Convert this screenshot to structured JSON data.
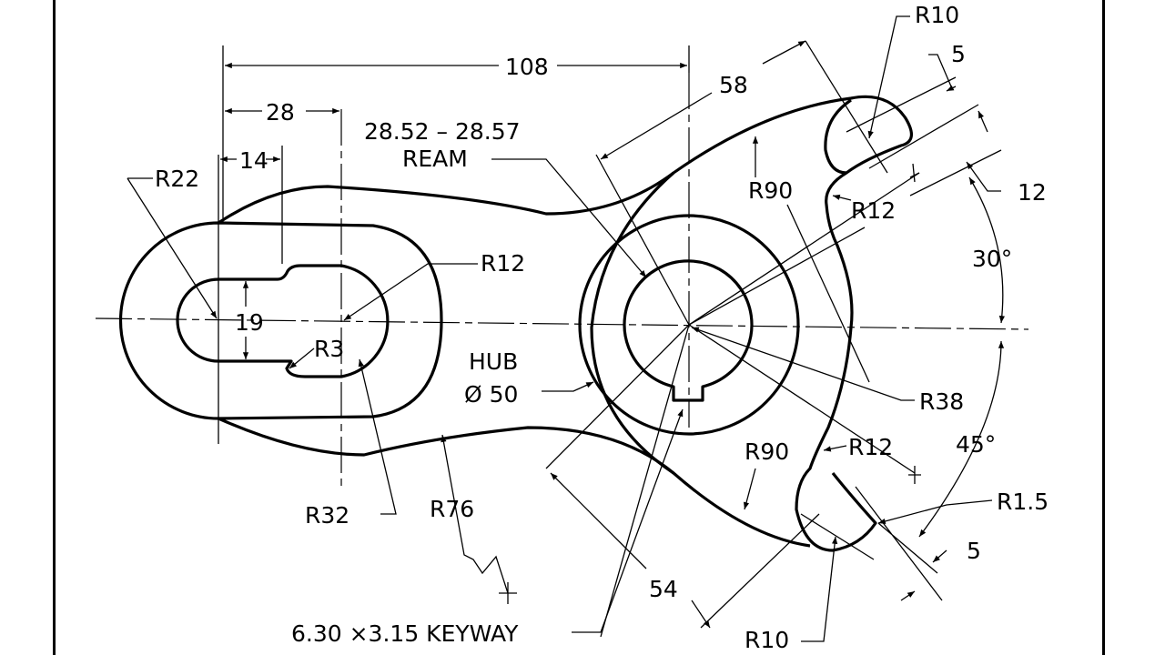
{
  "drawing": {
    "dims": {
      "d108": "108",
      "d28": "28",
      "d14": "14",
      "r22": "R22",
      "d19": "19",
      "r3": "R3",
      "r12_slot": "R12",
      "r32": "R32",
      "r76": "R76",
      "ream_size": "28.52 – 28.57",
      "ream": "REAM",
      "hub_label": "HUB",
      "hub_dia": "Ø 50",
      "keyway": "6.30 ×3.15 KEYWAY",
      "d58": "58",
      "r10_top": "R10",
      "d5_top": "5",
      "d12": "12",
      "r90_top": "R90",
      "r12_top": "R12",
      "a30": "30°",
      "r38": "R38",
      "r90_bottom": "R90",
      "r12_bottom": "R12",
      "a45": "45°",
      "r15": "R1.5",
      "d5_bottom": "5",
      "d54": "54",
      "r10_bottom": "R10"
    }
  }
}
